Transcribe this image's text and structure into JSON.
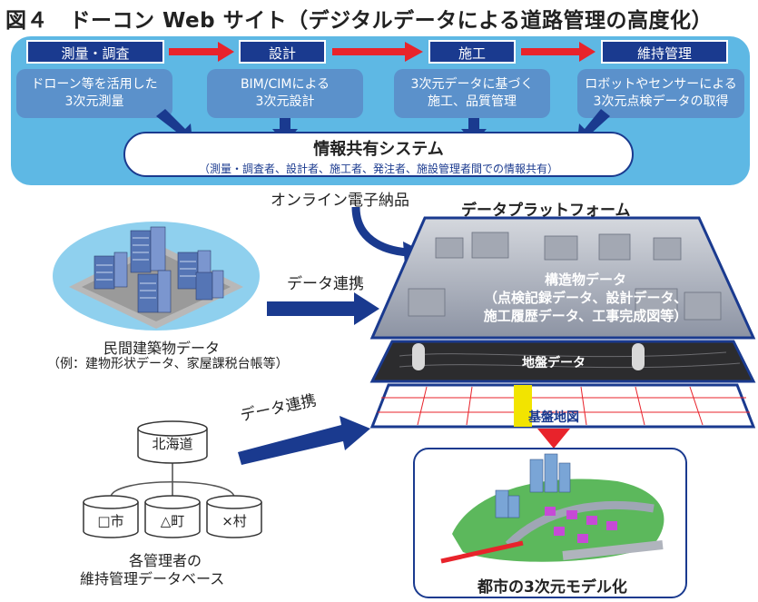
{
  "title": "図４　ドーコン Web サイト（デジタルデータによる道路管理の高度化）",
  "stages": [
    {
      "label": "測量・調査",
      "desc": [
        "ドローン等を活用した",
        "3次元測量"
      ]
    },
    {
      "label": "設計",
      "desc": [
        "BIM/CIMによる",
        "3次元設計"
      ]
    },
    {
      "label": "施工",
      "desc": [
        "3次元データに基づく",
        "施工、品質管理"
      ]
    },
    {
      "label": "維持管理",
      "desc": [
        "ロボットやセンサーによる",
        "3次元点検データの取得"
      ]
    }
  ],
  "info_system": {
    "title": "情報共有システム",
    "subtitle": "（測量・調査者、設計者、施工者、発注者、施設管理者間での情報共有）"
  },
  "online_delivery": "オンライン電子納品",
  "data_link_label": "データ連携",
  "private_buildings": {
    "title": "民間建築物データ",
    "subtitle": "（例：建物形状データ、家屋課税台帳等）"
  },
  "databases": {
    "parent": "北海道",
    "children": [
      "□市",
      "△町",
      "×村"
    ],
    "caption": [
      "各管理者の",
      "維持管理データベース"
    ]
  },
  "platform": {
    "title": "データプラットフォーム",
    "structure_layer": [
      "構造物データ",
      "（点検記録データ、設計データ、",
      "施工履歴データ、工事完成図等）"
    ],
    "ground_layer": "地盤データ",
    "base_map_layer": "基盤地図"
  },
  "city_model_label": "都市の3次元モデル化",
  "colors": {
    "navy": "#1a3a8f",
    "sky": "#5eb8e4",
    "red": "#e8232b",
    "stage_box": "#5b91cb"
  }
}
